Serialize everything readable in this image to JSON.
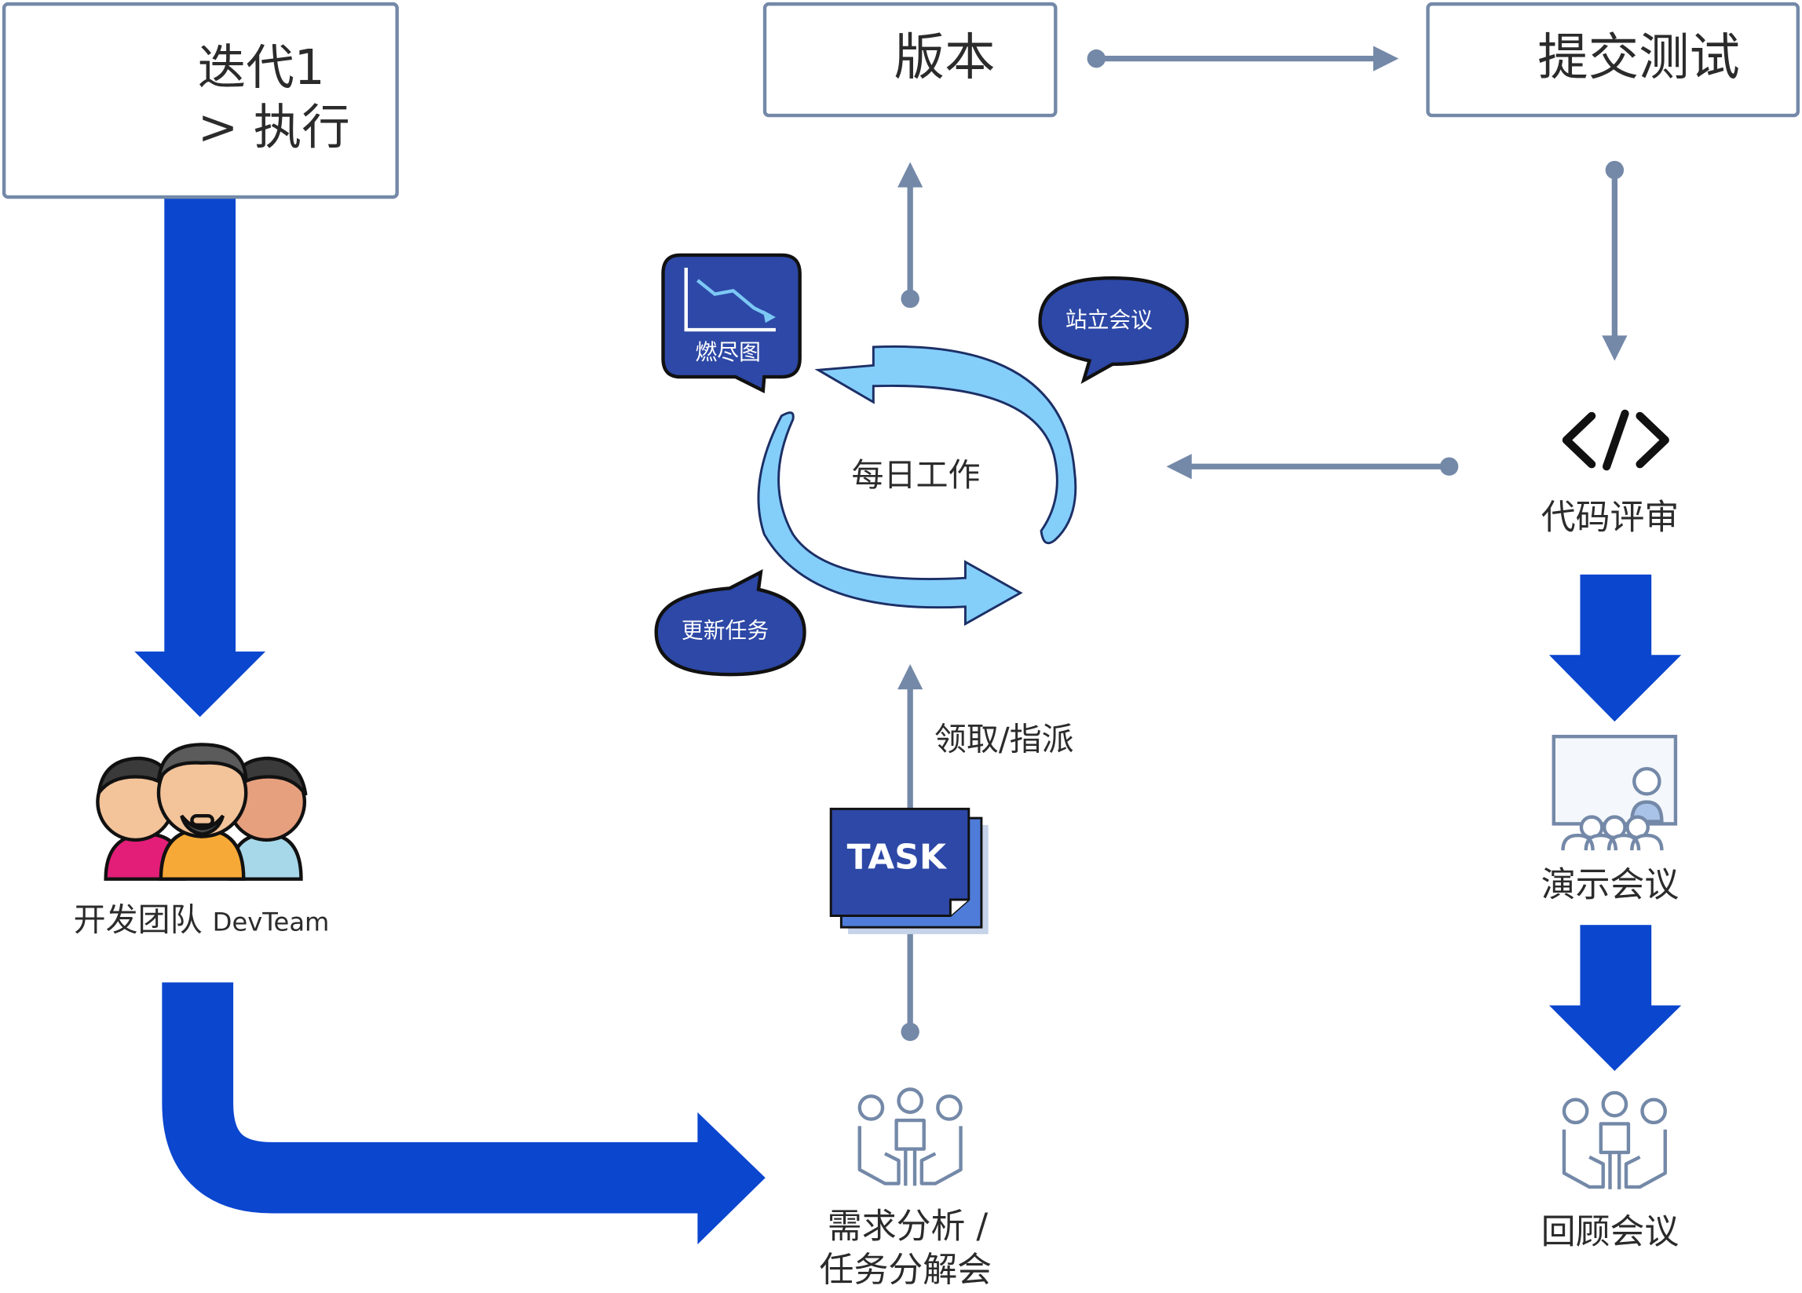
{
  "iteration": {
    "line1": "迭代1",
    "line2": "> 执行"
  },
  "version": {
    "label": "版本"
  },
  "submit_test": {
    "label": "提交测试"
  },
  "code_review": {
    "label": "代码评审"
  },
  "demo_meeting": {
    "label": "演示会议"
  },
  "retro_meeting": {
    "label": "回顾会议"
  },
  "dev_team": {
    "label": "开发团队",
    "label_en": "DevTeam"
  },
  "requirements": {
    "line1": "需求分析 /",
    "line2": "任务分解会"
  },
  "daily_work": {
    "label": "每日工作"
  },
  "burndown": {
    "label": "燃尽图"
  },
  "standup": {
    "label": "站立会议"
  },
  "update_tasks": {
    "label": "更新任务"
  },
  "claim_assign": {
    "label": "领取/指派"
  },
  "task_card": {
    "label": "TASK"
  },
  "colors": {
    "box_border": "#7489a8",
    "connector": "#7489a8",
    "flow_arrow": "#0b46cf",
    "cycle_arrow": "#84cefa",
    "bubble_fill": "#2d48a6",
    "task_card": "#2d48a6"
  },
  "icons": [
    "runner-icon",
    "layers-icon",
    "search-icon",
    "code-icon",
    "presentation-icon",
    "meeting-icon",
    "team-avatars-icon",
    "burndown-chart-icon"
  ]
}
